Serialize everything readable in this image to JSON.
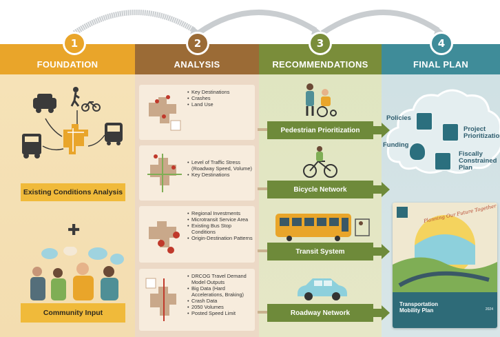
{
  "columns": [
    {
      "number": "1",
      "title": "FOUNDATION"
    },
    {
      "number": "2",
      "title": "ANALYSIS"
    },
    {
      "number": "3",
      "title": "RECOMMENDATIONS"
    },
    {
      "number": "4",
      "title": "FINAL PLAN"
    }
  ],
  "foundation": {
    "existing_label": "Existing Conditions Analysis",
    "community_label": "Community Input"
  },
  "analysis": {
    "panels": [
      {
        "items": [
          "Key Destinations",
          "Crashes",
          "Land Use"
        ]
      },
      {
        "items": [
          "Level of Traffic Stress (Roadway Speed, Volume)",
          "Key Destinations"
        ]
      },
      {
        "items": [
          "Regional Investments",
          "Microtransit Service Area",
          "Existing Bus Stop Conditions",
          "Origin-Destination Patterns"
        ]
      },
      {
        "items": [
          "DRCOG Travel Demand Model Outputs",
          "Big Data (Hard Accelerations, Braking)",
          "Crash Data",
          "2050 Volumes",
          "Posted Speed Limit"
        ]
      }
    ]
  },
  "recommendations": {
    "items": [
      "Pedestrian Prioritization",
      "Bicycle Network",
      "Transit System",
      "Roadway Network"
    ]
  },
  "final_plan": {
    "policies": "Policies",
    "funding": "Funding",
    "project_prioritization": "Project Prioritization",
    "fiscally_constrained_plan": "Fiscally Constrained Plan",
    "report_title_line1": "Transportation",
    "report_title_line2": "Mobility Plan",
    "report_tagline": "Planning Our Future Together",
    "report_year": "2024"
  },
  "colors": {
    "foundation": "#e9a52a",
    "analysis": "#9b6b36",
    "recommendations": "#7a8d3a",
    "final_plan": "#3f8c99"
  }
}
